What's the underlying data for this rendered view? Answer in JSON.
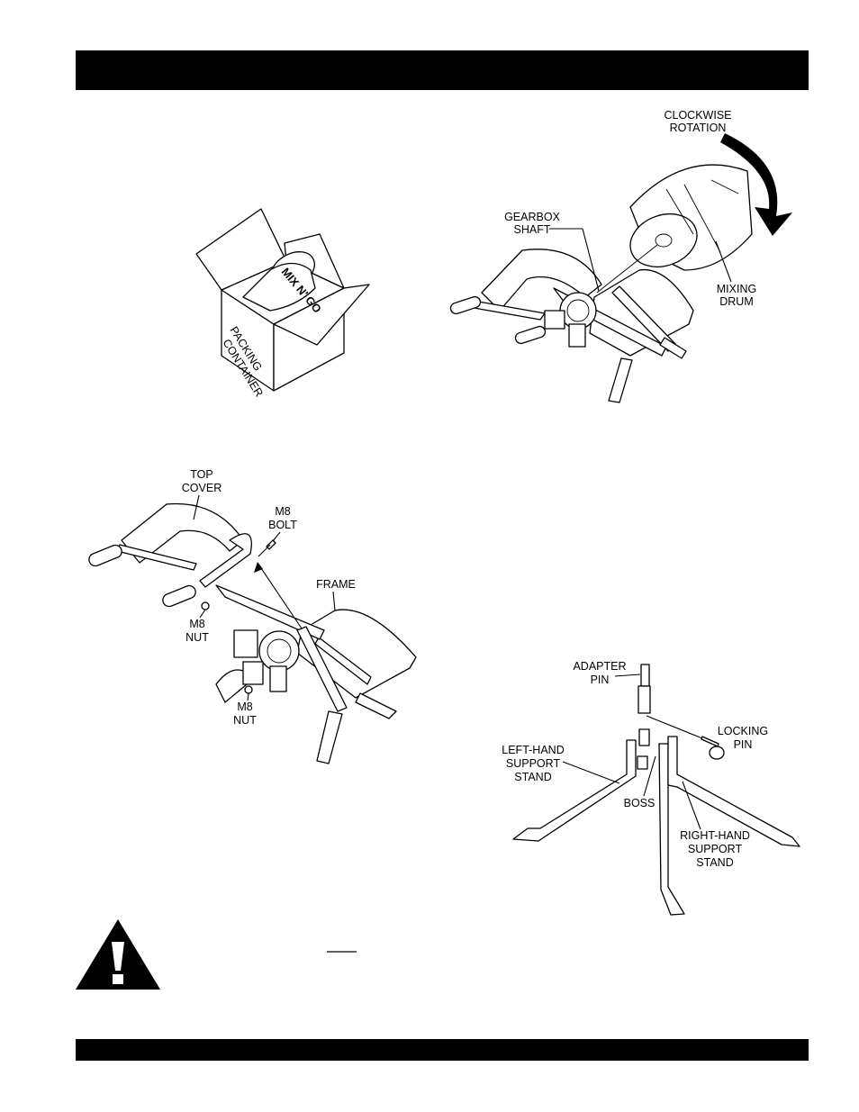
{
  "labels": {
    "clockwise_1": "CLOCKWISE",
    "clockwise_2": "ROTATION",
    "gearbox_1": "GEARBOX",
    "gearbox_2": "SHAFT",
    "mixing_1": "MIXING",
    "mixing_2": "DRUM",
    "topcover_1": "TOP",
    "topcover_2": "COVER",
    "bolt_1": "M8",
    "bolt_2": "BOLT",
    "frame": "FRAME",
    "nut1_1": "M8",
    "nut1_2": "NUT",
    "nut2_1": "M8",
    "nut2_2": "NUT",
    "adapter_1": "ADAPTER",
    "adapter_2": "PIN",
    "locking_1": "LOCKING",
    "locking_2": "PIN",
    "lefthand_1": "LEFT-HAND",
    "lefthand_2": "SUPPORT",
    "lefthand_3": "STAND",
    "boss": "BOSS",
    "righthand_1": "RIGHT-HAND",
    "righthand_2": "SUPPORT",
    "righthand_3": "STAND",
    "box_brand": "MIX N' GO",
    "box_1": "PACKING",
    "box_2": "CONTAINER"
  },
  "icons": {
    "warning": "warning-triangle-icon"
  },
  "colors": {
    "bars": "#000000",
    "background": "#ffffff"
  }
}
